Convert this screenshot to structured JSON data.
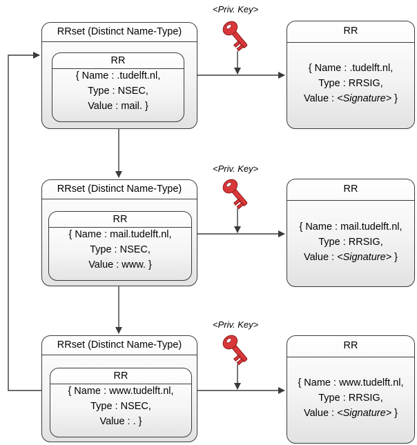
{
  "rrsets": [
    {
      "title": "RRset (Distinct Name-Type)",
      "rr": {
        "title": "RR",
        "name_line": "{ Name : .tudelft.nl,",
        "type_line": "Type : NSEC,",
        "value_line": "Value : mail. }"
      },
      "key_label": "<Priv. Key>",
      "sig": {
        "title": "RR",
        "name_line": "{ Name : .tudelft.nl,",
        "type_line": "Type : RRSIG,",
        "value_prefix": "Value : ",
        "value_italic": "<Signature>",
        "value_suffix": " }"
      }
    },
    {
      "title": "RRset (Distinct Name-Type)",
      "rr": {
        "title": "RR",
        "name_line": "{ Name : mail.tudelft.nl,",
        "type_line": "Type : NSEC,",
        "value_line": "Value : www. }"
      },
      "key_label": "<Priv. Key>",
      "sig": {
        "title": "RR",
        "name_line": "{ Name : mail.tudelft.nl,",
        "type_line": "Type : RRSIG,",
        "value_prefix": "Value : ",
        "value_italic": "<Signature>",
        "value_suffix": " }"
      }
    },
    {
      "title": "RRset (Distinct Name-Type)",
      "rr": {
        "title": "RR",
        "name_line": "{ Name : www.tudelft.nl,",
        "type_line": "Type : NSEC,",
        "value_line": "Value : . }"
      },
      "key_label": "<Priv. Key>",
      "sig": {
        "title": "RR",
        "name_line": "{ Name : www.tudelft.nl,",
        "type_line": "Type : RRSIG,",
        "value_prefix": "Value : ",
        "value_italic": "<Signature>",
        "value_suffix": " }"
      }
    }
  ],
  "colors": {
    "key_fill": "#d9373a",
    "key_stroke": "#8a1a1c",
    "line": "#3a3a3a"
  }
}
